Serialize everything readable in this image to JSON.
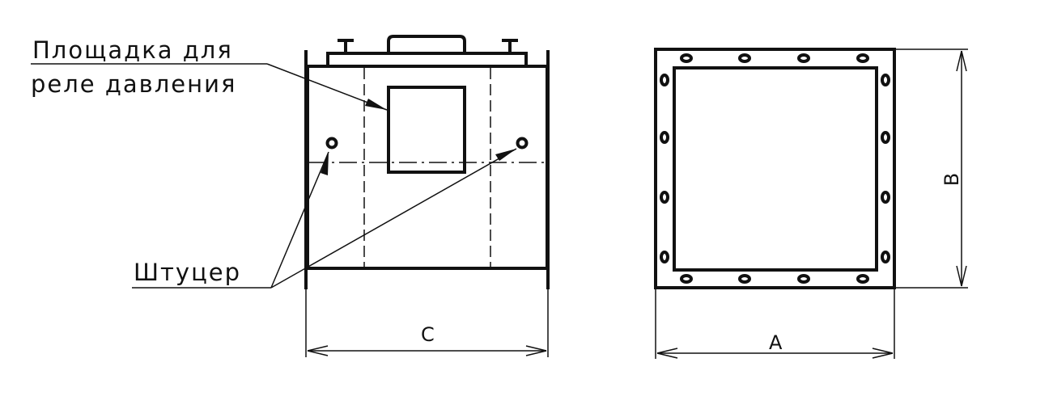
{
  "labels": {
    "pressure_relay_line1": "Площадка для",
    "pressure_relay_line2": "реле давления",
    "fitting": "Штуцер"
  },
  "dimensions": {
    "width_side": "C",
    "width_front": "A",
    "height_front": "B"
  },
  "colors": {
    "line": "#111111",
    "background": "#ffffff"
  }
}
